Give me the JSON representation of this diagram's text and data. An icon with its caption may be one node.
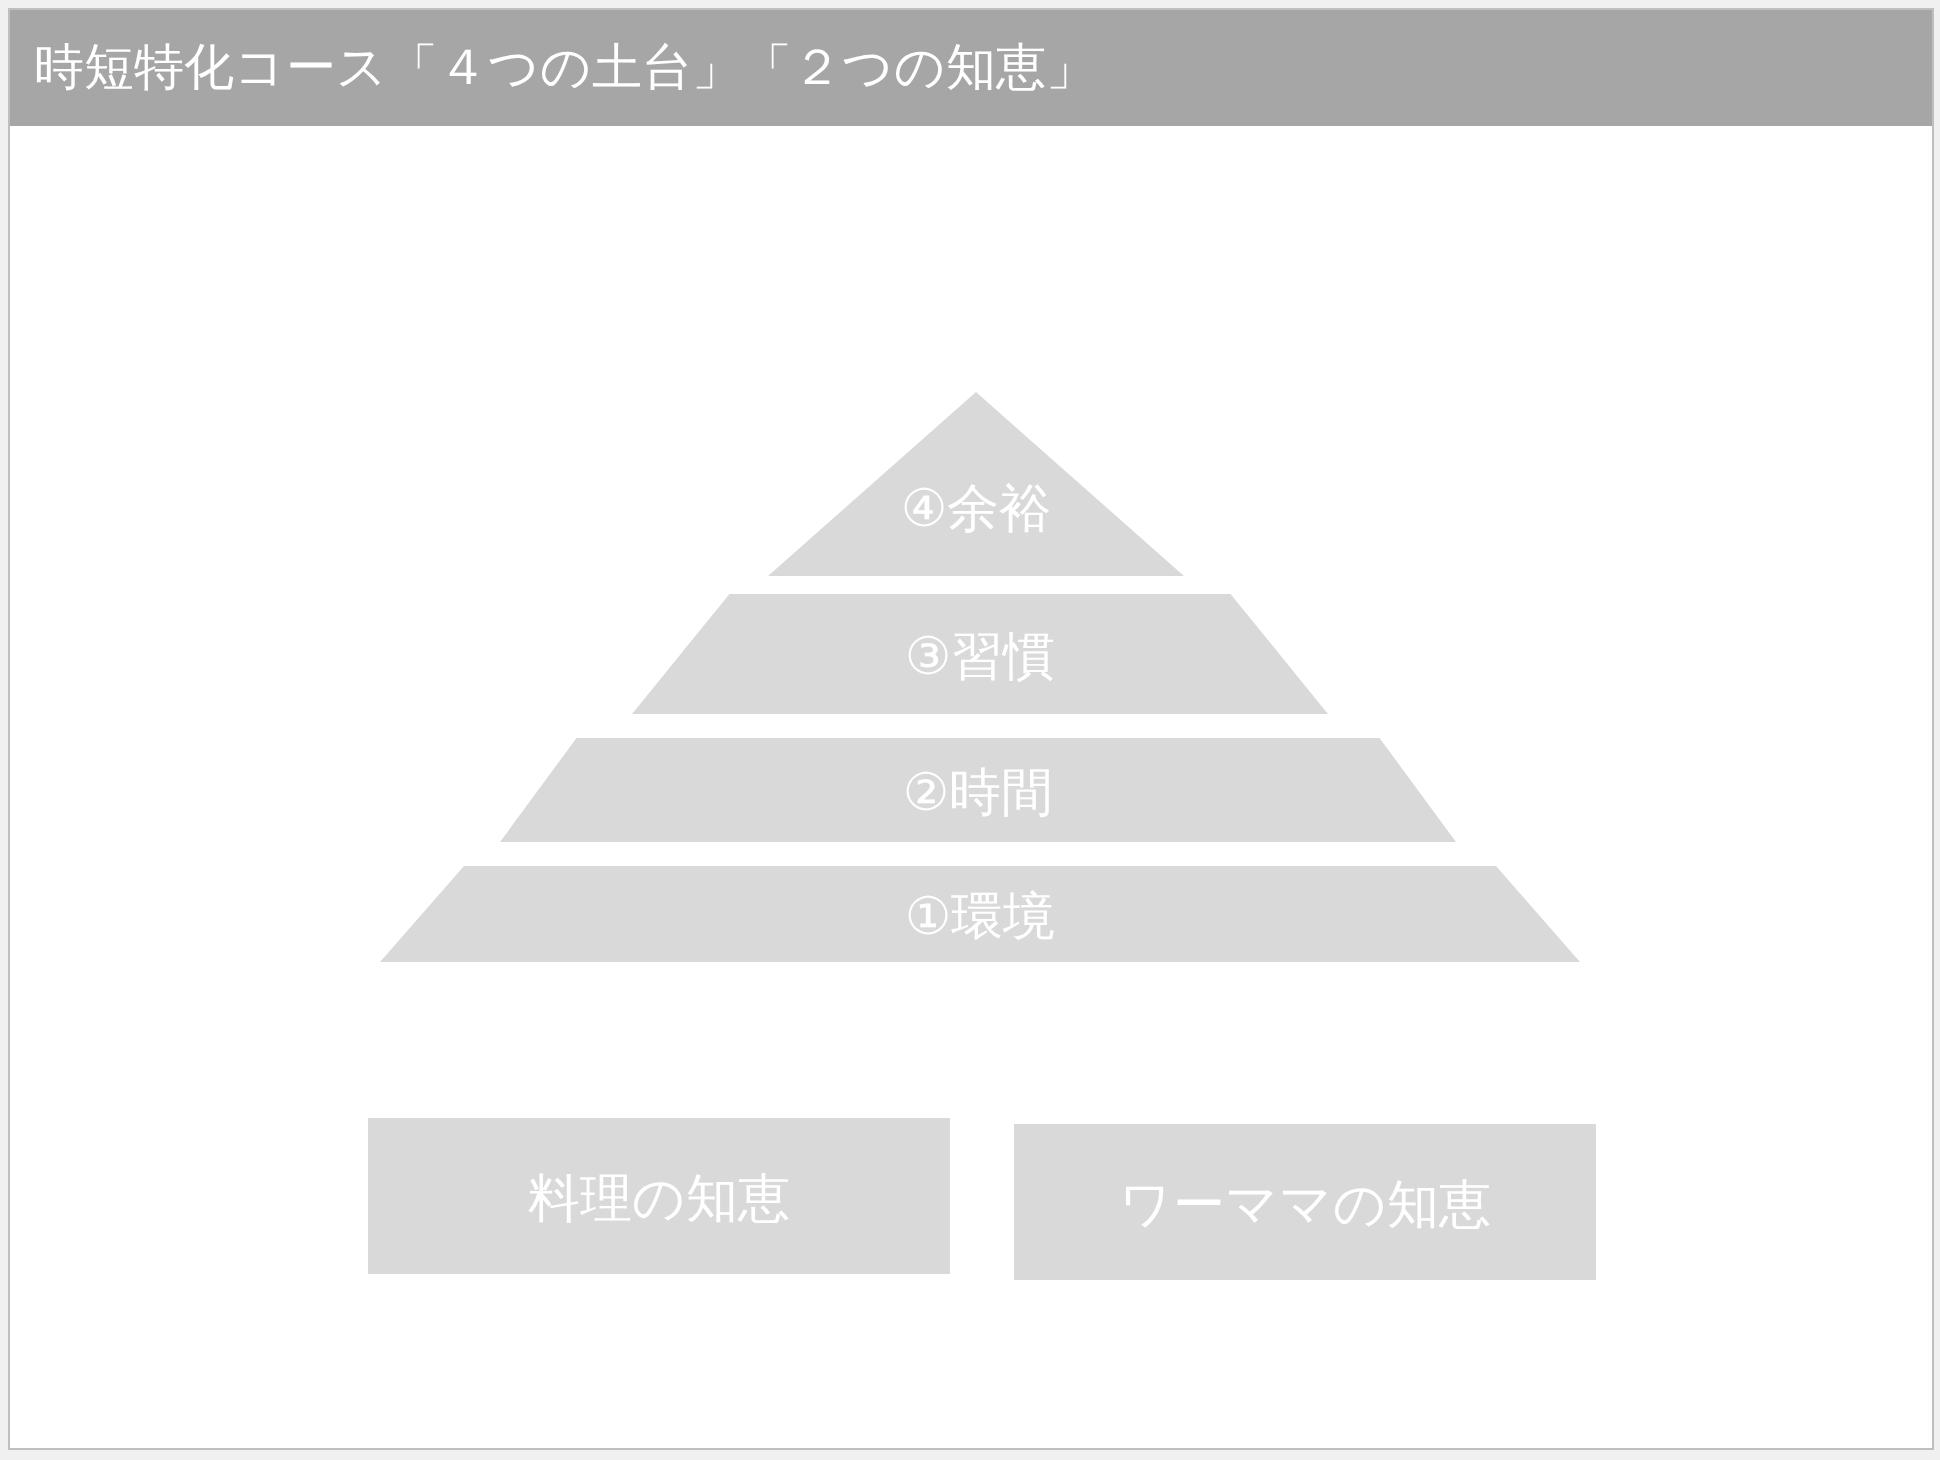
{
  "diagram": {
    "title": "時短特化コース「４つの土台」「２つの知恵」",
    "nodes": [
      {
        "text": [
          "④余裕"
        ]
      },
      {
        "text": [
          "③習慣"
        ]
      },
      {
        "text": [
          "②時間"
        ]
      },
      {
        "text": [
          "①環境"
        ]
      },
      {
        "text": [
          "料理の知恵"
        ]
      },
      {
        "text": [
          "ワーママの知恵"
        ]
      }
    ]
  }
}
